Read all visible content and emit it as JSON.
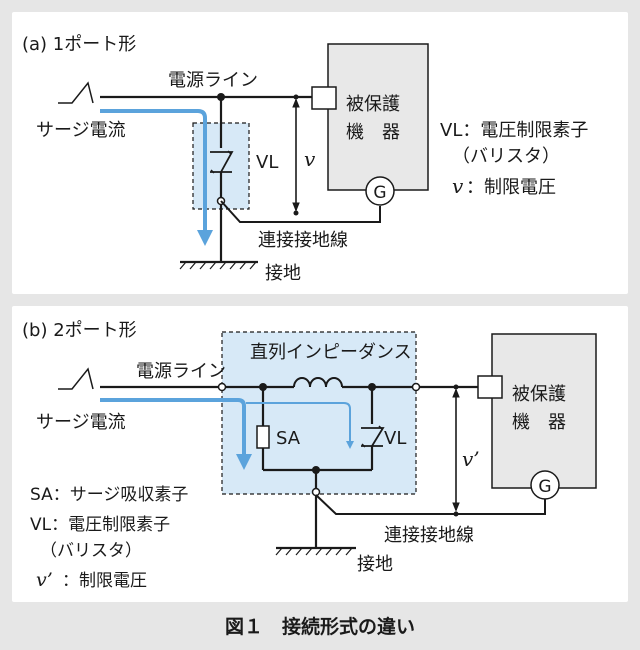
{
  "panel_a": {
    "label": "(a) 1ポート形",
    "power_line": "電源ライン",
    "surge_current": "サージ電流",
    "vl": "VL",
    "voltage": "v",
    "device_line1": "被保護",
    "device_line2": "機　器",
    "generator": "G",
    "legend_vl": "VL：電圧制限素子",
    "legend_vl_sub": "（バリスタ）",
    "legend_v_symbol": "v",
    "legend_v_text": "：制限電圧",
    "bonding_wire": "連接接地線",
    "ground": "接地"
  },
  "panel_b": {
    "label": "(b) 2ポート形",
    "series_impedance": "直列インピーダンス",
    "power_line": "電源ライン",
    "surge_current": "サージ電流",
    "sa": "SA",
    "vl": "VL",
    "voltage": "v’",
    "device_line1": "被保護",
    "device_line2": "機　器",
    "generator": "G",
    "legend_sa": "SA：サージ吸収素子",
    "legend_vl": "VL：電圧制限素子",
    "legend_vl_sub": "（バリスタ）",
    "legend_v_symbol": "v’",
    "legend_v_text": "：制限電圧",
    "bonding_wire": "連接接地線",
    "ground": "接地"
  },
  "caption": "図１　接続形式の違い",
  "colors": {
    "background": "#e6e6e6",
    "panel": "#ffffff",
    "device_fill": "#e8e8e8",
    "dashed_box_fill": "#d7e9f7",
    "surge_arrow": "#5ba3dc",
    "line": "#1a1a1a"
  }
}
